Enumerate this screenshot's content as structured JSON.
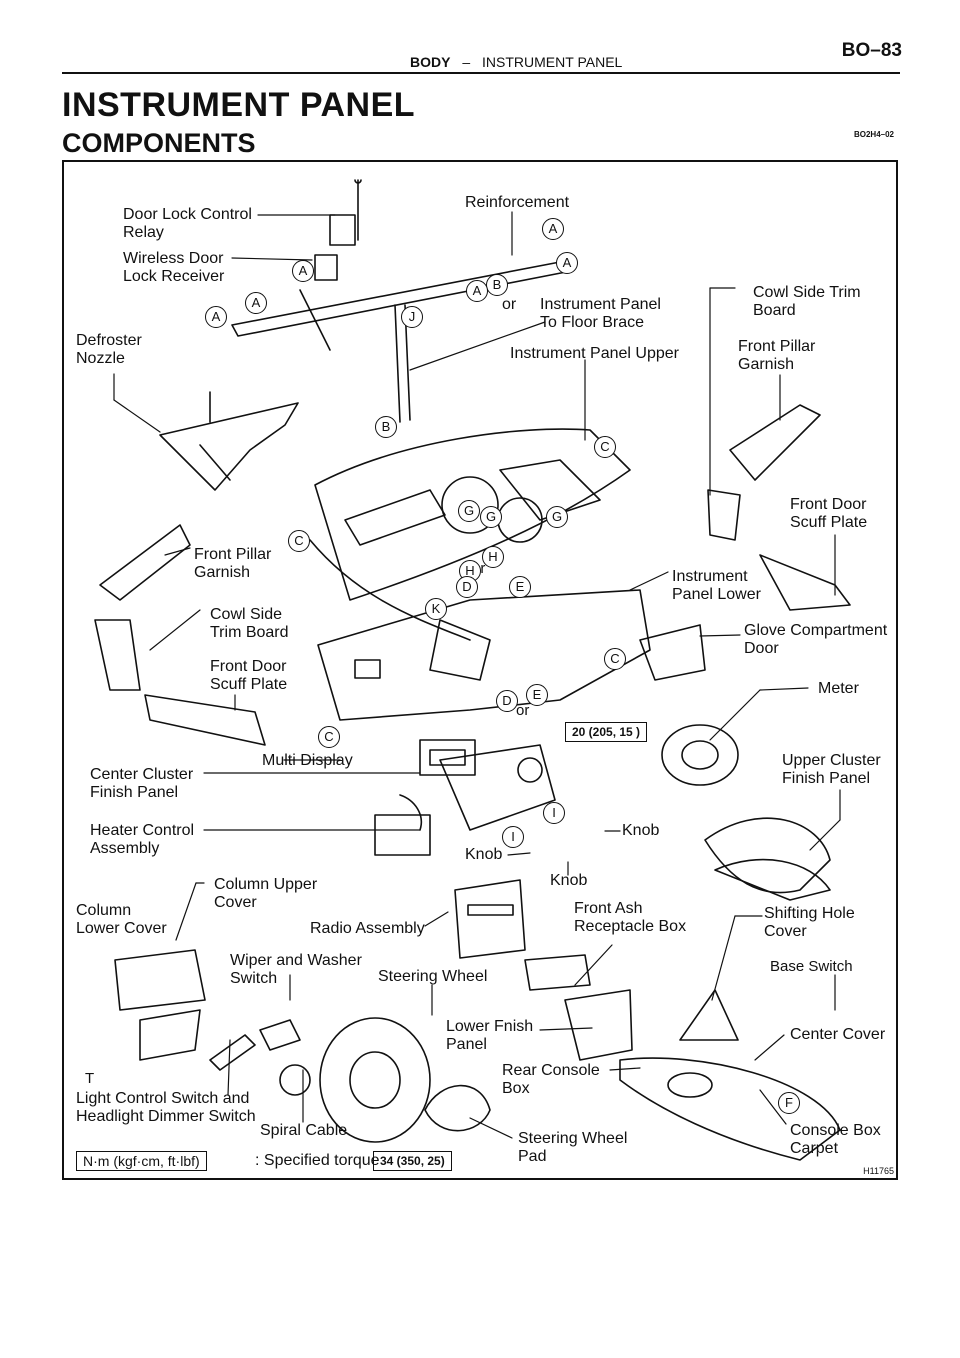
{
  "header": {
    "section": "BODY",
    "dash": "–",
    "chapter": "INSTRUMENT PANEL",
    "page": "BO–83"
  },
  "title": "INSTRUMENT PANEL",
  "subtitle": "COMPONENTS",
  "doc_code": "BO2H4–02",
  "figure_code": "H11765",
  "labels": {
    "reinforcement": "Reinforcement",
    "door_lock_relay": "Door Lock Control\nRelay",
    "wireless_receiver": "Wireless Door\nLock Receiver",
    "cowl_side_trim_board_r": "Cowl Side Trim\nBoard",
    "ip_floor_brace": "Instrument Panel\nTo Floor Brace",
    "or1": "or",
    "defroster": "Defroster\nNozzle",
    "ip_upper": "Instrument Panel Upper",
    "front_pillar_garnish_r": "Front Pillar\nGarnish",
    "front_door_scuff_r": "Front Door\nScuff Plate",
    "front_pillar_garnish_l": "Front Pillar\nGarnish",
    "ip_lower": "Instrument\nPanel Lower",
    "cowl_side_trim_l": "Cowl Side\nTrim Board",
    "glove_door": "Glove Compartment\nDoor",
    "front_door_scuff_l": "Front Door\nScuff Plate",
    "meter": "Meter",
    "multi_display": "Multi Display",
    "center_cluster": "Center Cluster\nFinish Panel",
    "upper_cluster": "Upper Cluster\nFinish Panel",
    "heater_control": "Heater Control\nAssembly",
    "knob1": "Knob",
    "knob2": "Knob",
    "knob3": "Knob",
    "column_upper": "Column Upper\nCover",
    "column_lower": "Column\nLower Cover",
    "radio": "Radio Assembly",
    "front_ash": "Front Ash\nReceptacle Box",
    "shifting_hole": "Shifting Hole\nCover",
    "wiper": "Wiper and Washer\nSwitch",
    "steering_wheel": "Steering Wheel",
    "base_switch": "Base Switch",
    "lower_finish": "Lower Fnish\nPanel",
    "center_cover": "Center Cover",
    "rear_console": "Rear Console\nBox",
    "light_control": "Light Control Switch and\nHeadlight Dimmer Switch",
    "spiral_cable": "Spiral Cable",
    "steering_pad": "Steering Wheel\nPad",
    "console_carpet": "Console Box\nCarpet",
    "or2": "or",
    "or3": "or",
    "or4": "or",
    "t_mark": "T"
  },
  "torque": {
    "t1": "20 (205, 15 )",
    "t2": "34 (350, 25)",
    "legend_unit": "N·m (kgf·cm, ft·lbf)",
    "legend_text": ": Specified torque"
  },
  "callouts": [
    "A",
    "A",
    "A",
    "B",
    "A",
    "A",
    "J",
    "A",
    "B",
    "C",
    "C",
    "G",
    "G",
    "G",
    "H",
    "H",
    "D",
    "E",
    "K",
    "C",
    "D",
    "E",
    "C",
    "I",
    "I",
    "F"
  ]
}
